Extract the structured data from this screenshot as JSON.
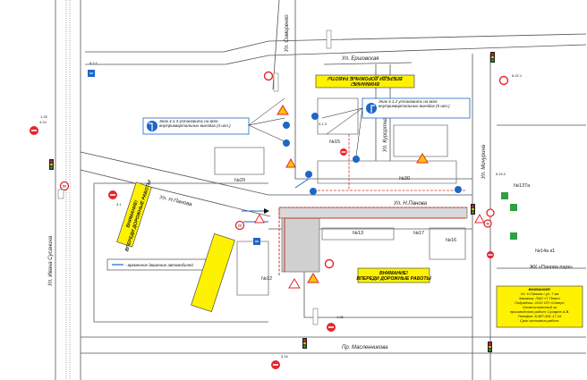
{
  "streets": {
    "ivan_susanin": "Ул. Ивана Сусанина",
    "simirenko": "Ул. Симиренко",
    "ershovskaya": "Ул. Ершовская",
    "kurortnaya": "Ул. Курортная",
    "michurina": "Ул. Мичурина",
    "panova_top": "Ул. Н.Панова",
    "panova_mid": "Ул. Н.Панова",
    "maslennikova": "Пр. Масленникова"
  },
  "buildings": {
    "b20": "№20",
    "b30": "№30",
    "b12": "№12",
    "b13": "№13",
    "b17": "№17",
    "b16": "№16",
    "b15": "№15",
    "b137a": "№137а",
    "b14a": "№14а к1",
    "zhk": "ЖК «Панова парк»"
  },
  "callouts": {
    "sign_413": "Знак 4.1.3 установить на всех внутриквартальных выездах (4 шт.)",
    "sign_412": "Знак 4.1.2 установить на всех внутриквартальных выездах (5 шт.)",
    "temp_traffic": "- временное движение автомобилей"
  },
  "warning_boards": {
    "top_lines": [
      "ВНИМАНИЕ!",
      "ВПЕРЕДИ ДОРОЖНЫЕ РАБОТЫ"
    ],
    "middle_lines": [
      "ВНИМАНИЕ!",
      "ВПЕРЕДИ ДОРОЖНЫЕ РАБОТЫ"
    ],
    "diag_lines": [
      "ВНИМАНИЕ!",
      "ВПЕРЕДИ ДОРОЖНЫЕ РАБОТЫ"
    ]
  },
  "info_board": {
    "lines": [
      "ВНИМАНИЕ!",
      "Ул. Н.Панова / ул. 7 км",
      "Заказчик: ПАО «Т Плюс»",
      "Подрядчик: ООО ОП «Север»",
      "Ответственный за",
      "производство работ: Сухарев А.В.",
      "Телефон: 8-987-951-17-16",
      "Срок окончания работ:"
    ]
  },
  "signs": {
    "s1": "1.25",
    "s2": "3.24",
    "s3": "8.2.1",
    "s4": "3.1",
    "s5": "4.1.3",
    "s6": "8.22.1",
    "s7": "1.25",
    "s8": "3.24",
    "s9": "50",
    "s10": "20",
    "s11": "40",
    "s12": "5.15.2"
  },
  "colors": {
    "road": "#555555",
    "building": "#777777",
    "work_zone": "#c0392b",
    "detour": "#1e66c8",
    "warning_board": "#fff200",
    "sign_red": "#e4262d",
    "sign_blue": "#1e66c8",
    "sign_yellow": "#f6c800"
  }
}
